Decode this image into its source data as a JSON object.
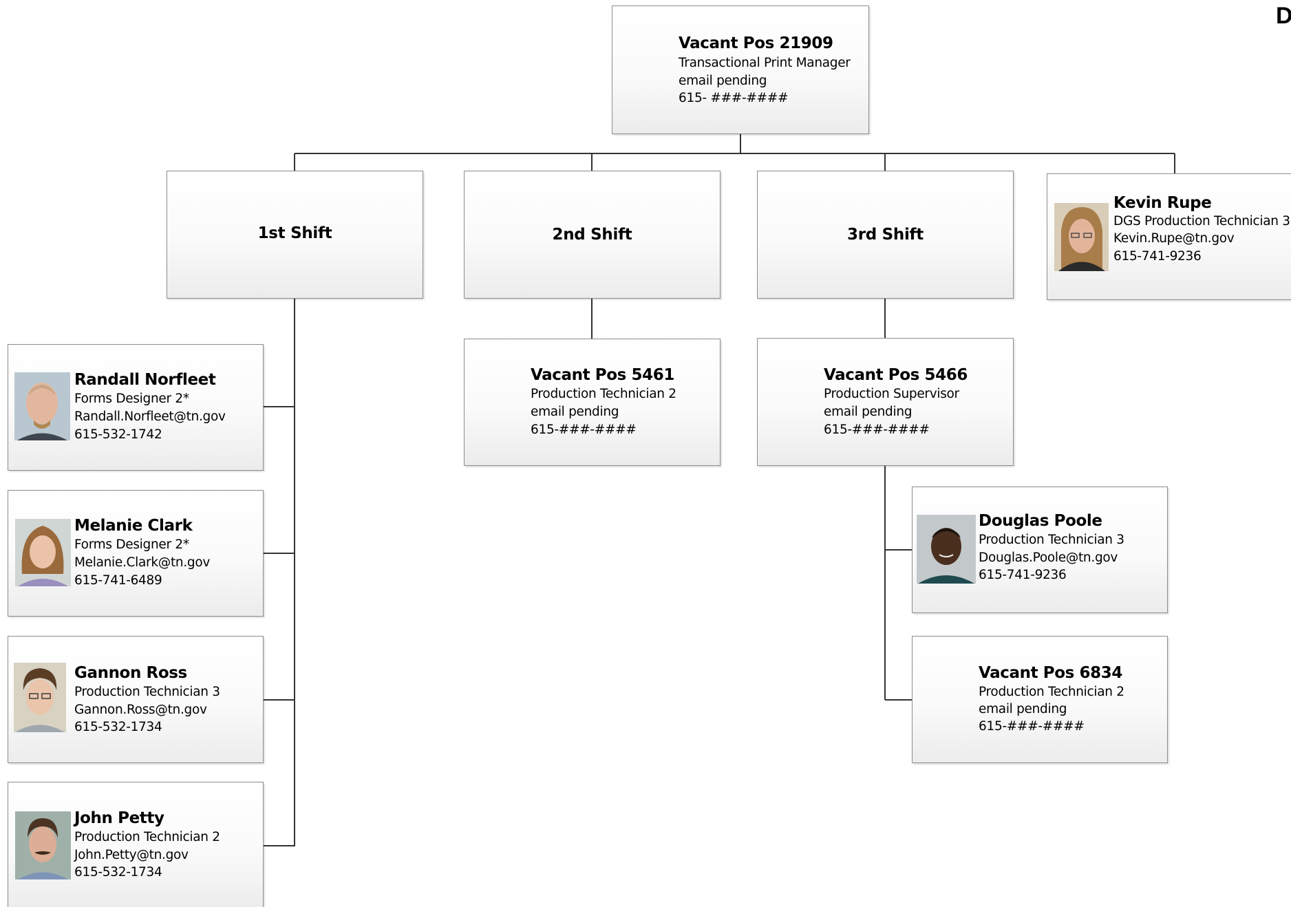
{
  "top_right_letter": "D",
  "manager": {
    "name": "Vacant Pos 21909",
    "title": "Transactional Print Manager",
    "email": "email pending",
    "phone": "615- ###-####"
  },
  "shifts": [
    {
      "label": "1st Shift"
    },
    {
      "label": "2nd Shift"
    },
    {
      "label": "3rd Shift"
    }
  ],
  "kevin": {
    "name": "Kevin Rupe",
    "title": "DGS Production Technician 3",
    "email": "Kevin.Rupe@tn.gov",
    "phone": "615-741-9236",
    "photo_icon": "person-photo-icon"
  },
  "shift1_staff": [
    {
      "name": "Randall Norfleet",
      "title": "Forms Designer 2*",
      "email": "Randall.Norfleet@tn.gov",
      "phone": "615-532-1742",
      "photo_icon": "person-photo-icon"
    },
    {
      "name": "Melanie Clark",
      "title": "Forms Designer 2*",
      "email": "Melanie.Clark@tn.gov",
      "phone": "615-741-6489",
      "photo_icon": "person-photo-icon"
    },
    {
      "name": "Gannon Ross",
      "title": "Production Technician 3",
      "email": "Gannon.Ross@tn.gov",
      "phone": "615-532-1734",
      "photo_icon": "person-photo-icon"
    },
    {
      "name": "John Petty",
      "title": "Production Technician 2",
      "email": "John.Petty@tn.gov",
      "phone": "615-532-1734",
      "photo_icon": "person-photo-icon"
    }
  ],
  "shift2_staff": [
    {
      "name": "Vacant Pos 5461",
      "title": "Production Technician 2",
      "email": "email pending",
      "phone": "615-###-####"
    }
  ],
  "shift3_staff": [
    {
      "name": "Vacant Pos 5466",
      "title": "Production Supervisor",
      "email": "email pending",
      "phone": "615-###-####"
    }
  ],
  "supervisor_reports": [
    {
      "name": "Douglas Poole",
      "title": "Production Technician 3",
      "email": "Douglas.Poole@tn.gov",
      "phone": "615-741-9236",
      "photo_icon": "person-photo-icon"
    },
    {
      "name": "Vacant Pos 6834",
      "title": "Production Technician 2",
      "email": "email pending",
      "phone": "615-###-####"
    }
  ],
  "colors": {
    "border": "#8c8c8c",
    "connector": "#333333",
    "box_top": "#ffffff",
    "box_bottom": "#ececec"
  }
}
